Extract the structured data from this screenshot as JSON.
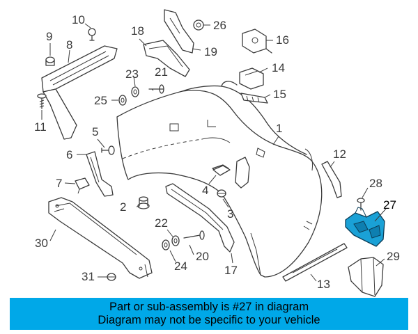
{
  "diagram": {
    "callouts": [
      "1",
      "2",
      "3",
      "4",
      "5",
      "6",
      "7",
      "8",
      "9",
      "10",
      "11",
      "12",
      "13",
      "14",
      "15",
      "16",
      "17",
      "18",
      "19",
      "20",
      "21",
      "22",
      "23",
      "24",
      "25",
      "26",
      "27",
      "28",
      "29",
      "30",
      "31"
    ],
    "highlight_callout": "27",
    "highlight_color": "#1aa1d6",
    "line_color": "#3a3a3a"
  },
  "banner": {
    "line1": "Part or sub-assembly is #27 in diagram",
    "line2": "Diagram may not be specific to your vehicle",
    "background": "#00a8e8"
  }
}
